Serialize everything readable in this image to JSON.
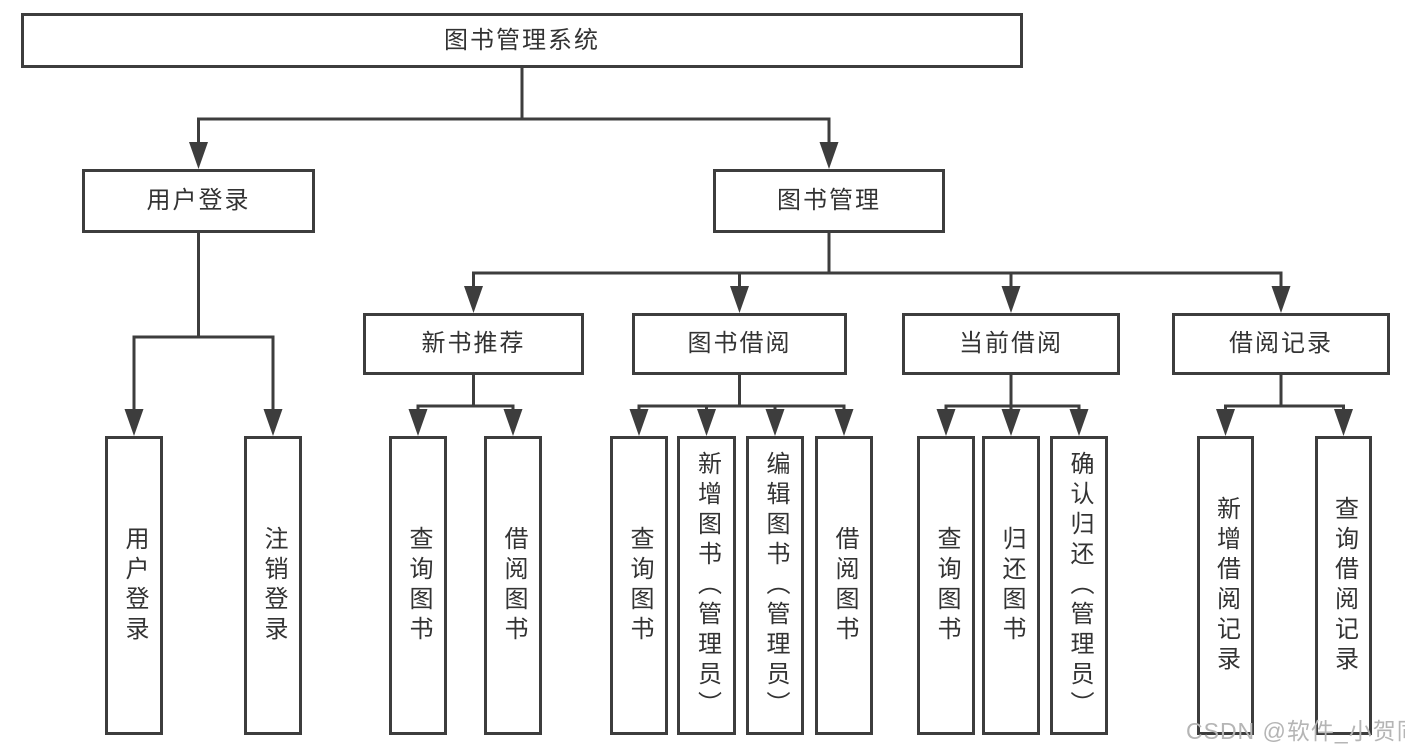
{
  "tree": {
    "root": "图书管理系统",
    "branches": [
      {
        "label": "用户登录",
        "children": [
          {
            "label": "用户登录"
          },
          {
            "label": "注销登录"
          }
        ]
      },
      {
        "label": "图书管理",
        "children": [
          {
            "label": "新书推荐",
            "children": [
              {
                "label": "查询图书"
              },
              {
                "label": "借阅图书"
              }
            ]
          },
          {
            "label": "图书借阅",
            "children": [
              {
                "label": "查询图书"
              },
              {
                "label": "新增图书（管理员）"
              },
              {
                "label": "编辑图书（管理员）"
              },
              {
                "label": "借阅图书"
              }
            ]
          },
          {
            "label": "当前借阅",
            "children": [
              {
                "label": "查询图书"
              },
              {
                "label": "归还图书"
              },
              {
                "label": "确认归还（管理员）"
              }
            ]
          },
          {
            "label": "借阅记录",
            "children": [
              {
                "label": "新增借阅记录"
              },
              {
                "label": "查询借阅记录"
              }
            ]
          }
        ]
      }
    ]
  },
  "watermark": {
    "text": "CSDN @软件_小贺同学"
  },
  "colors": {
    "line": "#3d3d3d",
    "text": "#333333",
    "background": "#ffffff",
    "watermark": "#b5b5b5"
  }
}
